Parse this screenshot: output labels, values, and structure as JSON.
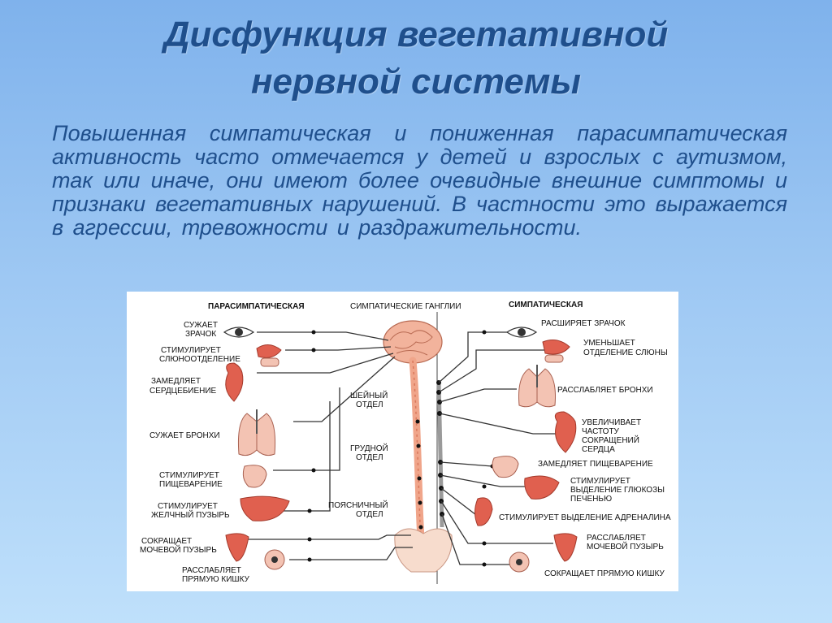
{
  "title": {
    "line1": "Дисфункция  вегетативной",
    "line2": "нервной  системы"
  },
  "paragraph": "Повышенная  симпатическая  и  пониженная  парасимпатическая активность  часто  отмечается  у детей  и  взрослых  с  аутизмом,  так  или иначе,  они имеют  более  очевидные  внешние  симптомы и  признаки вегетативных нарушений. В частности это выражается в агрессии, тревожности и  раздражительности.",
  "diagram": {
    "headers": {
      "parasympathetic": "ПАРАСИМПАТИЧЕСКАЯ",
      "ganglia": "СИМПАТИЧЕСКИЕ ГАНГЛИИ",
      "sympathetic": "СИМПАТИЧЕСКАЯ"
    },
    "spine_sections": [
      {
        "line1": "ШЕЙНЫЙ",
        "line2": "ОТДЕЛ"
      },
      {
        "line1": "ГРУДНОЙ",
        "line2": "ОТДЕЛ"
      },
      {
        "line1": "ПОЯСНИЧНЫЙ",
        "line2": "ОТДЕЛ"
      }
    ],
    "left_labels": [
      {
        "lines": [
          "СУЖАЕТ",
          "ЗРАЧОК"
        ]
      },
      {
        "lines": [
          "СТИМУЛИРУЕТ",
          "СЛЮНООТДЕЛЕНИЕ"
        ]
      },
      {
        "lines": [
          "ЗАМЕДЛЯЕТ",
          "СЕРДЦЕБИЕНИЕ"
        ]
      },
      {
        "lines": [
          "СУЖАЕТ БРОНХИ"
        ]
      },
      {
        "lines": [
          "СТИМУЛИРУЕТ",
          "ПИЩЕВАРЕНИЕ"
        ]
      },
      {
        "lines": [
          "СТИМУЛИРУЕТ",
          "ЖЕЛЧНЫЙ ПУЗЫРЬ"
        ]
      },
      {
        "lines": [
          "СОКРАЩАЕТ",
          "МОЧЕВОЙ ПУЗЫРЬ"
        ]
      },
      {
        "lines": [
          "РАССЛАБЛЯЕТ",
          "ПРЯМУЮ КИШКУ"
        ]
      }
    ],
    "right_labels": [
      {
        "lines": [
          "РАСШИРЯЕТ ЗРАЧОК"
        ]
      },
      {
        "lines": [
          "УМЕНЬШАЕТ",
          "ОТДЕЛЕНИЕ СЛЮНЫ"
        ]
      },
      {
        "lines": [
          "РАССЛАБЛЯЕТ БРОНХИ"
        ]
      },
      {
        "lines": [
          "УВЕЛИЧИВАЕТ",
          "ЧАСТОТУ",
          "СОКРАЩЕНИЙ",
          "СЕРДЦА"
        ]
      },
      {
        "lines": [
          "ЗАМЕДЛЯЕТ ПИЩЕВАРЕНИЕ"
        ]
      },
      {
        "lines": [
          "СТИМУЛИРУЕТ",
          "ВЫДЕЛЕНИЕ ГЛЮКОЗЫ",
          "ПЕЧЕНЬЮ"
        ]
      },
      {
        "lines": [
          "СТИМУЛИРУЕТ ВЫДЕЛЕНИЕ АДРЕНАЛИНА"
        ]
      },
      {
        "lines": [
          "РАССЛАБЛЯЕТ",
          "МОЧЕВОЙ ПУЗЫРЬ"
        ]
      },
      {
        "lines": [
          "СОКРАЩАЕТ ПРЯМУЮ КИШКУ"
        ]
      }
    ],
    "colors": {
      "title": "#1f4f8c",
      "organ": "#e0604f",
      "spinal_cord": "#f0a58a",
      "sympathetic_chain": "#9a9a9a"
    }
  }
}
